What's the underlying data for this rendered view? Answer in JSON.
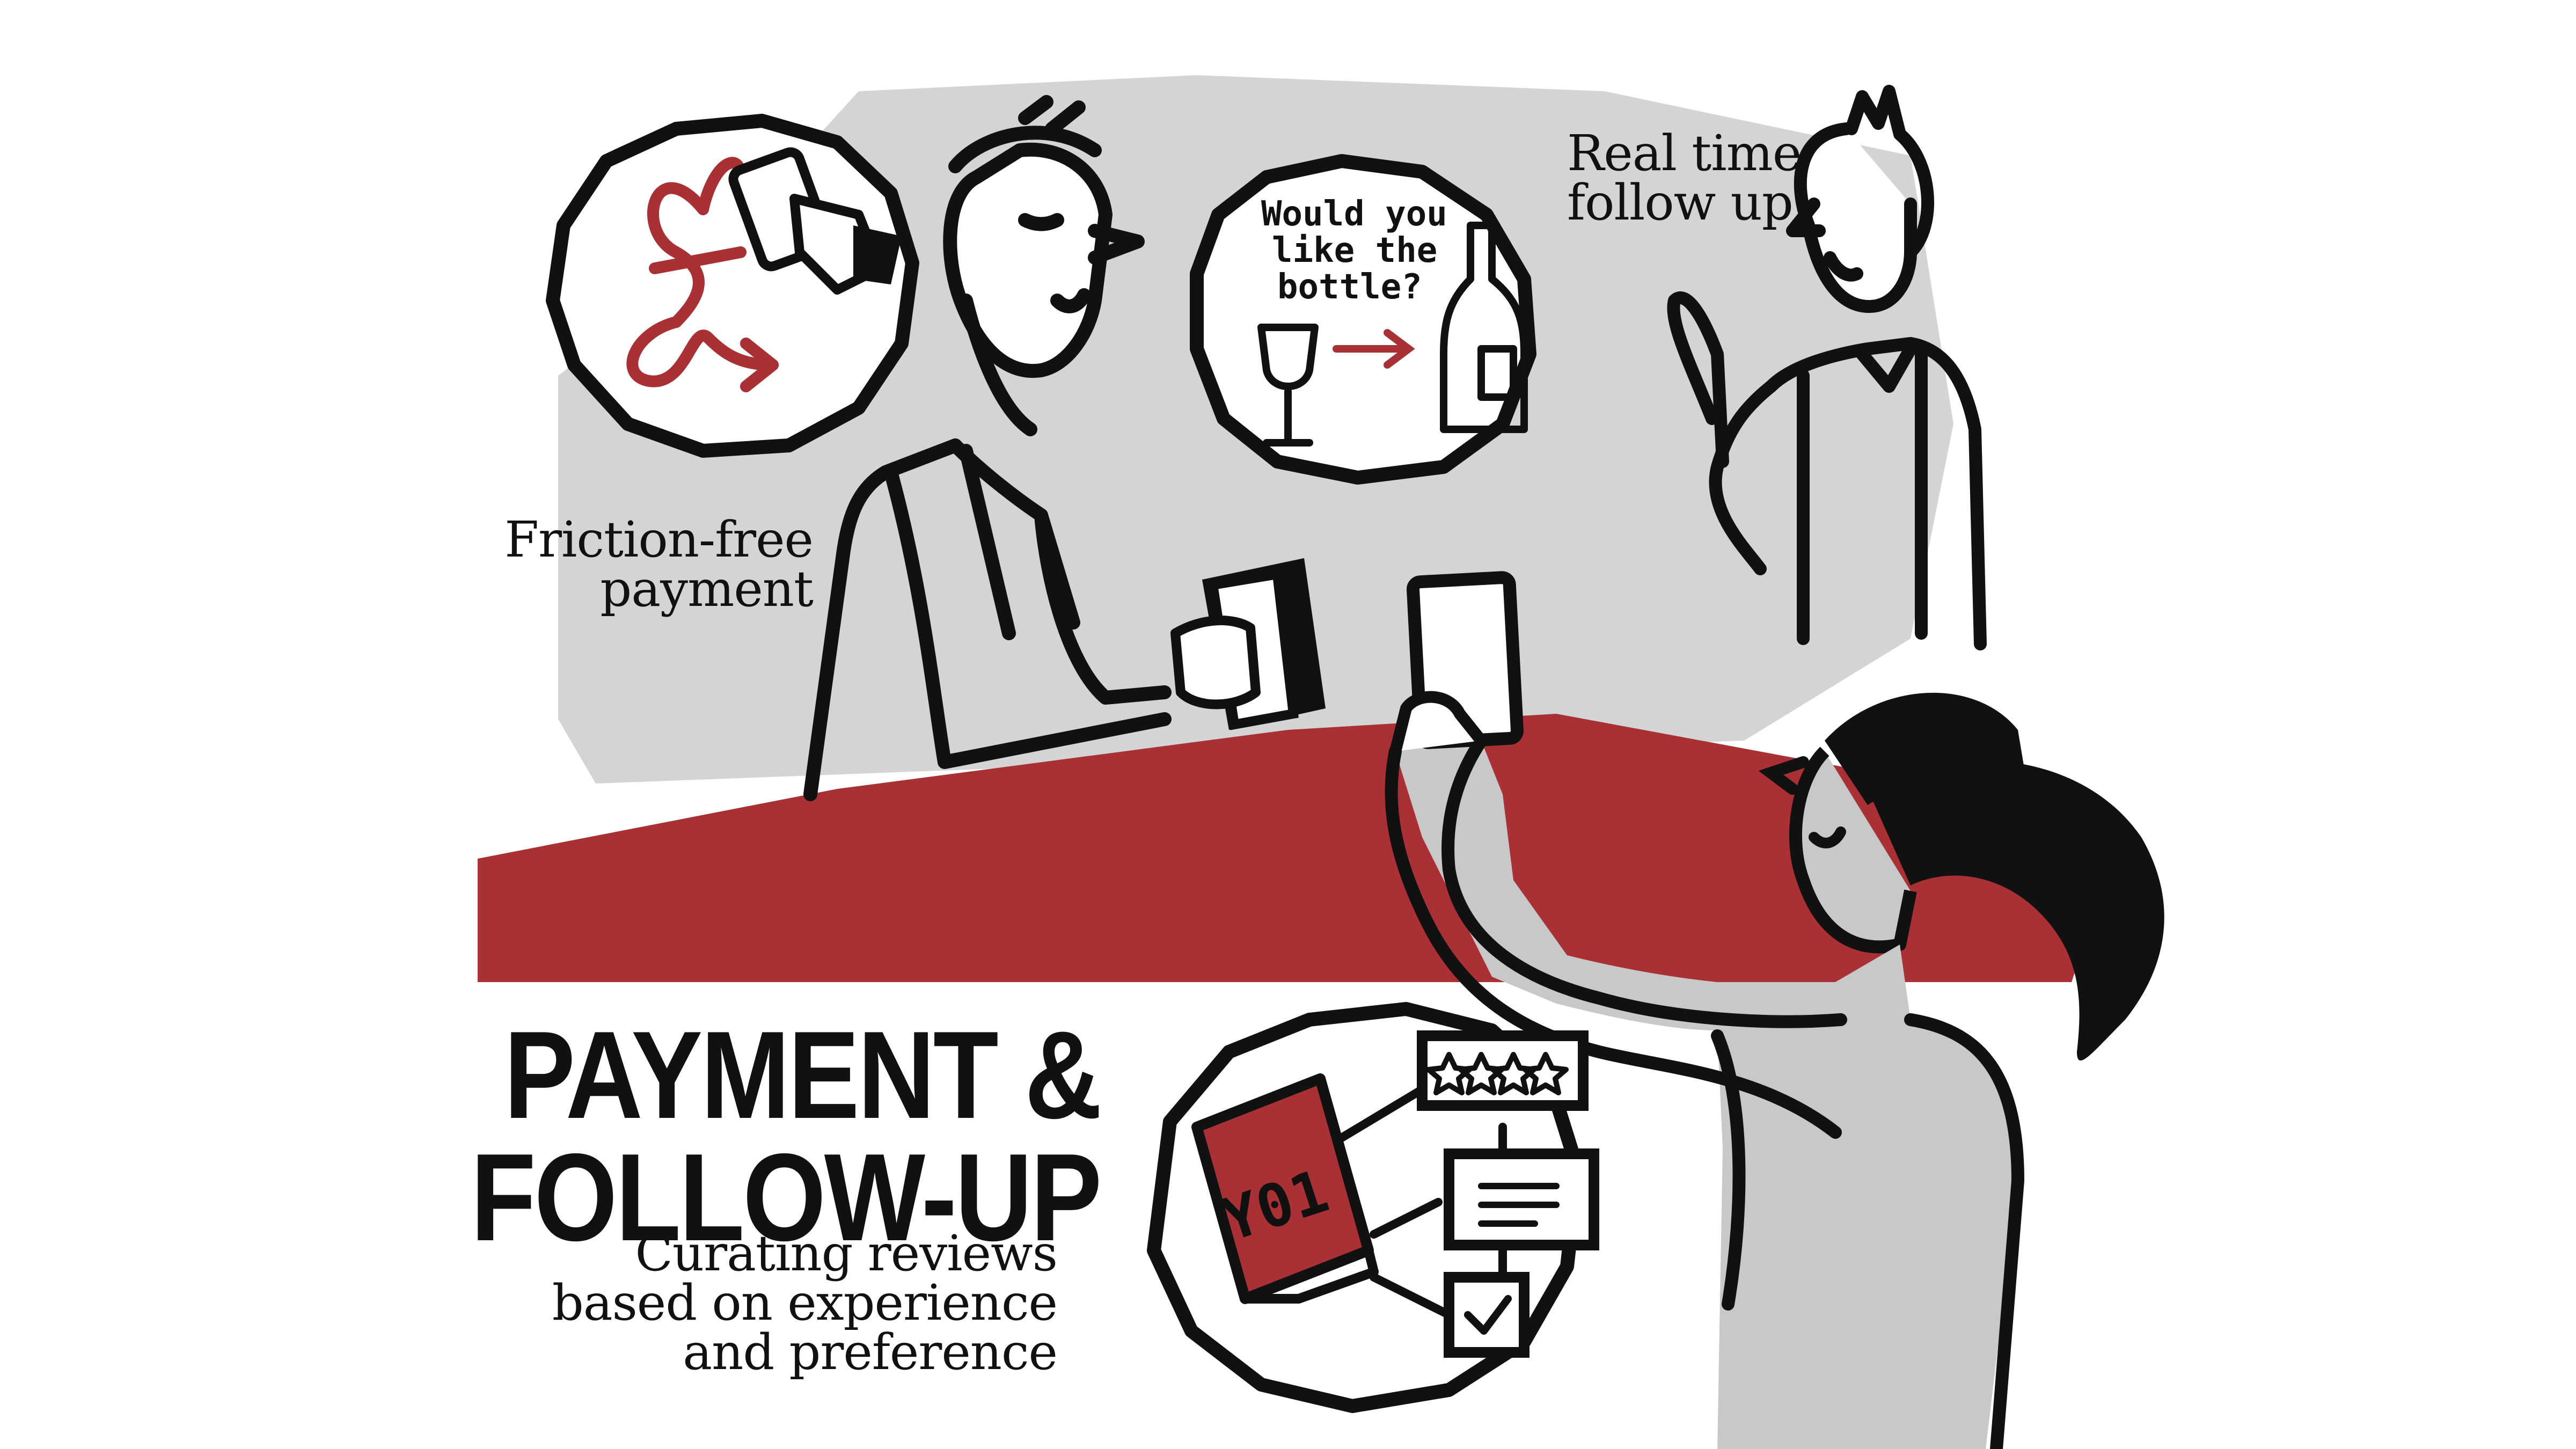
{
  "heading": {
    "line1": "PAYMENT &",
    "line2": "FOLLOW-UP"
  },
  "captions": {
    "payment": {
      "line1": "Friction-free",
      "line2": "payment"
    },
    "followup": {
      "line1": "Real time",
      "line2": "follow up"
    },
    "reviews": {
      "line1": "Curating reviews",
      "line2": "based on experience",
      "line3": "and preference"
    }
  },
  "wine_bubble": {
    "line1": "Would you",
    "line2": "like the",
    "line3": "bottle?"
  },
  "menu_icon": {
    "text": "Y01"
  },
  "colors": {
    "accent_red": "#a93135",
    "background_grey": "#d4d4d4",
    "ink": "#111111"
  },
  "icons": [
    "pound-sign-icon",
    "phone-payment-icon",
    "wine-glass-icon",
    "wine-bottle-icon",
    "star-rating-icon",
    "checkbox-icon",
    "menu-book-icon"
  ]
}
